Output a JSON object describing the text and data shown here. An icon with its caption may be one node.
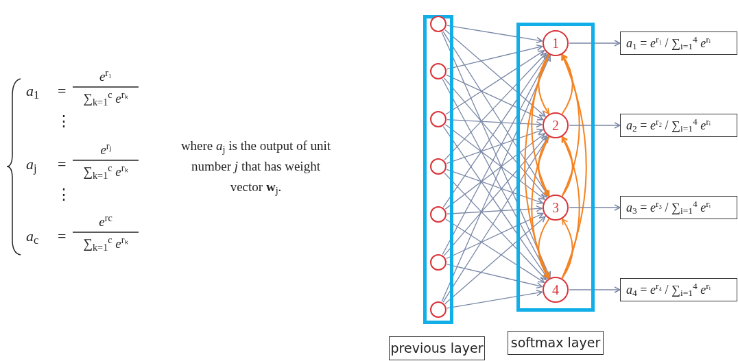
{
  "diagram": {
    "nodes": [
      {
        "text": [],
        "shape": "box"
      },
      {
        "text": [],
        "shape": "circle",
        "in": 0
      },
      {
        "text": [],
        "shape": "circle",
        "in": 0
      },
      {
        "text": [],
        "shape": "circle",
        "in": 0
      },
      {
        "text": [],
        "shape": "circle",
        "in": 0
      },
      {
        "text": [],
        "shape": "circle",
        "in": 0
      },
      {
        "text": [],
        "shape": "circle",
        "in": 0
      },
      {
        "text": [],
        "shape": "circle",
        "in": 0
      },
      {
        "text": [],
        "shape": "box"
      },
      {
        "text": [
          "1"
        ],
        "in": 8
      },
      {
        "text": [
          "2"
        ],
        "in": 8
      },
      {
        "text": [
          "3"
        ],
        "in": 8
      },
      {
        "text": [
          "4"
        ],
        "in": 8
      },
      {
        "text": [
          "*a*$_{1}$ = *e*$^{r₁}$ / ∑$_{i=1}$$^{4}$ *e*$^{rᵢ}$"
        ]
      },
      {
        "text": [
          "*a*$_{2}$ = *e*$^{r₂}$ / ∑$_{i=1}$$^{4}$ *e*$^{rᵢ}$"
        ]
      },
      {
        "text": [
          "*a*$_{3}$ = *e*$^{r₃}$ / ∑$_{i=1}$$^{4}$ *e*$^{rᵢ}$"
        ]
      },
      {
        "text": [
          "*a*$_{4}$ = *e*$^{r₄}$ / ∑$_{i=1}$$^{4}$ *e*$^{rᵢ}$"
        ]
      },
      {
        "text": [
          "previous layer"
        ]
      },
      {
        "text": [
          "softmax layer"
        ]
      }
    ],
    "edges": [
      {
        "from": 1,
        "to": 9,
        "arrow": "to"
      },
      {
        "from": 1,
        "to": 10,
        "arrow": "to"
      },
      {
        "from": 1,
        "to": 11,
        "arrow": "to"
      },
      {
        "from": 1,
        "to": 12,
        "arrow": "to"
      },
      {
        "from": 2,
        "to": 9,
        "arrow": "to"
      },
      {
        "from": 2,
        "to": 10,
        "arrow": "to"
      },
      {
        "from": 2,
        "to": 11,
        "arrow": "to"
      },
      {
        "from": 2,
        "to": 12,
        "arrow": "to"
      },
      {
        "from": 3,
        "to": 9,
        "arrow": "to"
      },
      {
        "from": 3,
        "to": 10,
        "arrow": "to"
      },
      {
        "from": 3,
        "to": 11,
        "arrow": "to"
      },
      {
        "from": 3,
        "to": 12,
        "arrow": "to"
      },
      {
        "from": 4,
        "to": 9,
        "arrow": "to"
      },
      {
        "from": 4,
        "to": 10,
        "arrow": "to"
      },
      {
        "from": 4,
        "to": 11,
        "arrow": "to"
      },
      {
        "from": 4,
        "to": 12,
        "arrow": "to"
      },
      {
        "from": 5,
        "to": 9,
        "arrow": "to"
      },
      {
        "from": 5,
        "to": 10,
        "arrow": "to"
      },
      {
        "from": 5,
        "to": 11,
        "arrow": "to"
      },
      {
        "from": 5,
        "to": 12,
        "arrow": "to"
      },
      {
        "from": 6,
        "to": 9,
        "arrow": "to"
      },
      {
        "from": 6,
        "to": 10,
        "arrow": "to"
      },
      {
        "from": 6,
        "to": 11,
        "arrow": "to"
      },
      {
        "from": 6,
        "to": 12,
        "arrow": "to"
      },
      {
        "from": 7,
        "to": 9,
        "arrow": "to"
      },
      {
        "from": 7,
        "to": 10,
        "arrow": "to"
      },
      {
        "from": 7,
        "to": 11,
        "arrow": "to"
      },
      {
        "from": 7,
        "to": 12,
        "arrow": "to"
      },
      {
        "from": 9,
        "to": 10,
        "arrow": "to",
        "color": "#f58220"
      },
      {
        "from": 9,
        "to": 11,
        "arrow": "to",
        "color": "#f58220"
      },
      {
        "from": 9,
        "to": 12,
        "arrow": "to",
        "color": "#f58220"
      },
      {
        "from": 10,
        "to": 11,
        "arrow": "to",
        "color": "#f58220"
      },
      {
        "from": 10,
        "to": 12,
        "arrow": "to",
        "color": "#f58220"
      },
      {
        "from": 11,
        "to": 12,
        "arrow": "to",
        "color": "#f58220"
      },
      {
        "from": 10,
        "to": 9,
        "arrow": "to",
        "color": "#f58220"
      },
      {
        "from": 11,
        "to": 9,
        "arrow": "to",
        "color": "#f58220"
      },
      {
        "from": 12,
        "to": 9,
        "arrow": "to",
        "color": "#f58220"
      },
      {
        "from": 11,
        "to": 10,
        "arrow": "to",
        "color": "#f58220"
      },
      {
        "from": 12,
        "to": 10,
        "arrow": "to",
        "color": "#f58220"
      },
      {
        "from": 12,
        "to": 11,
        "arrow": "to",
        "color": "#f58220"
      },
      {
        "from": 9,
        "to": 13,
        "arrow": "to"
      },
      {
        "from": 10,
        "to": 14,
        "arrow": "to"
      },
      {
        "from": 11,
        "to": 15,
        "arrow": "to"
      },
      {
        "from": 12,
        "to": 16,
        "arrow": "to"
      }
    ],
    "labels": [
      "*a*$_{1}$",
      "=",
      "*e*$^{r₁}$",
      "∑$_{k=1}$$^{c}$ *e*$^{rₖ}$",
      "⋮",
      "*a*$_{j}$",
      "=",
      "*e*$^{rⱼ}$",
      "∑$_{k=1}$$^{c}$ *e*$^{rₖ}$",
      "⋮",
      "*a*$_{c}$",
      "=",
      "*e*$^{rc}$",
      "∑$_{k=1}$$^{c}$ *e*$^{rₖ}$",
      "where *a*$_{j}$ is the output of unit number *j* that has weight vector **w**$_{j}$."
    ]
  }
}
